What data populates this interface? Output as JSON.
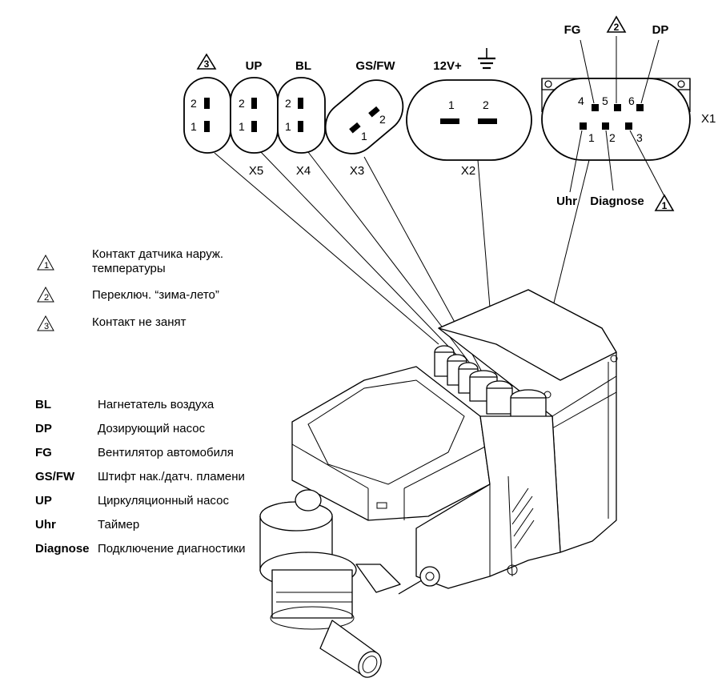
{
  "connectors": {
    "x1": {
      "label": "X1",
      "top_pins": [
        "4",
        "5",
        "6"
      ],
      "bottom_pins": [
        "1",
        "2",
        "3"
      ],
      "top_labels": {
        "pin4": "FG",
        "pin5_marker": "2",
        "pin6": "DP"
      },
      "bottom_labels": {
        "pin1": "Uhr",
        "pin2": "Diagnose",
        "pin3_marker": "1"
      }
    },
    "x2": {
      "label": "X2",
      "signal_1": "12V+",
      "signal_2": "ground-symbol",
      "pins": [
        "1",
        "2"
      ]
    },
    "x3": {
      "label": "X3",
      "signal": "GS/FW",
      "pins": [
        "1",
        "2"
      ]
    },
    "x4": {
      "label": "X4",
      "signal": "BL",
      "pins": [
        "1",
        "2"
      ]
    },
    "x5": {
      "label": "X5",
      "signal": "UP",
      "pins": [
        "1",
        "2"
      ]
    },
    "x6": {
      "marker": "3",
      "pins": [
        "1",
        "2"
      ]
    }
  },
  "notes": [
    {
      "marker": "1",
      "text_line1": "Контакт датчика наруж.",
      "text_line2": "температуры"
    },
    {
      "marker": "2",
      "text_line1": "Переключ. “зима-лето”"
    },
    {
      "marker": "3",
      "text_line1": "Контакт не занят"
    }
  ],
  "legend": [
    {
      "abbr": "BL",
      "desc": "Нагнетатель воздуха"
    },
    {
      "abbr": "DP",
      "desc": "Дозирующий насос"
    },
    {
      "abbr": "FG",
      "desc": "Вентилятор автомобиля"
    },
    {
      "abbr": "GS/FW",
      "desc": "Штифт нак./датч. пламени"
    },
    {
      "abbr": "UP",
      "desc": "Циркуляционный насос"
    },
    {
      "abbr": "Uhr",
      "desc": "Таймер"
    },
    {
      "abbr": "Diagnose",
      "desc": "Подключение диагностики"
    }
  ]
}
